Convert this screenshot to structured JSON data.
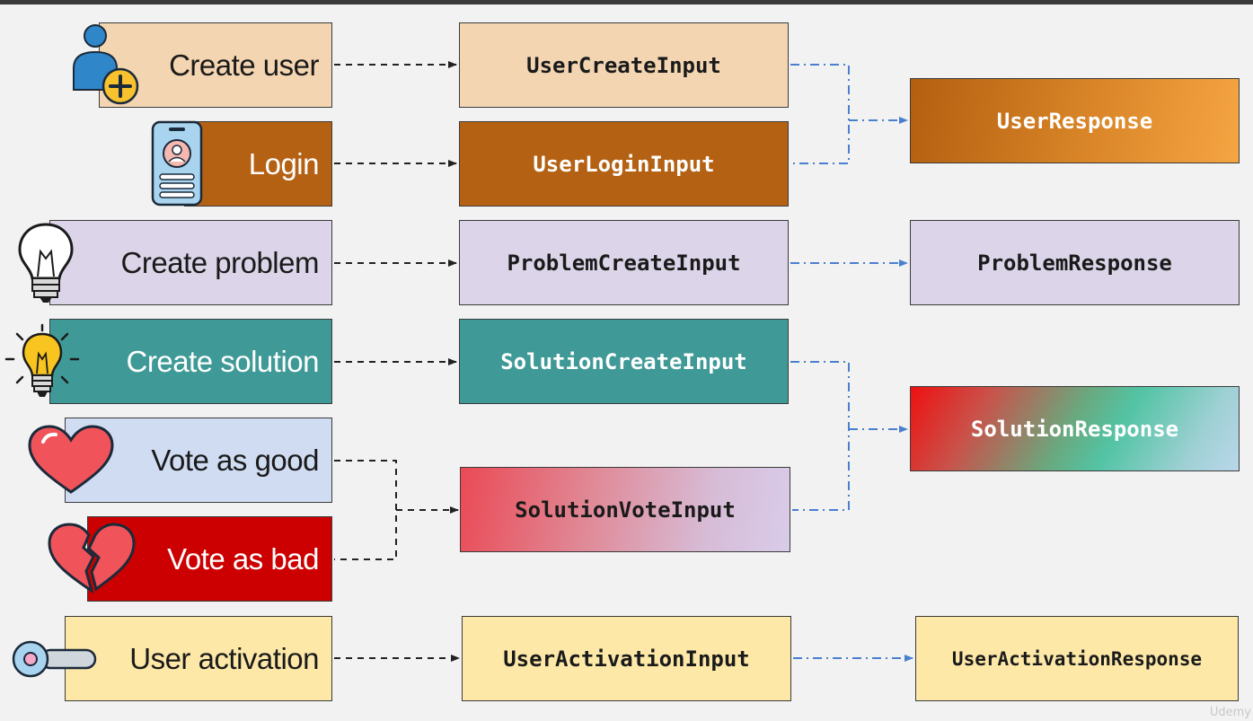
{
  "actions": {
    "create_user": "Create user",
    "login": "Login",
    "create_problem": "Create problem",
    "create_solution": "Create solution",
    "vote_good": "Vote as good",
    "vote_bad": "Vote as bad",
    "user_activation": "User activation"
  },
  "inputs": {
    "user_create": "UserCreateInput",
    "user_login": "UserLoginInput",
    "problem_create": "ProblemCreateInput",
    "solution_create": "SolutionCreateInput",
    "solution_vote": "SolutionVoteInput",
    "user_activation": "UserActivationInput"
  },
  "responses": {
    "user": "UserResponse",
    "problem": "ProblemResponse",
    "solution": "SolutionResponse",
    "user_activation": "UserActivationResponse"
  },
  "icons": [
    "add-user-icon",
    "id-card-icon",
    "light-bulb-off-icon",
    "light-bulb-on-icon",
    "heart-icon",
    "broken-heart-icon",
    "key-icon"
  ],
  "colors": {
    "peach": "#f3d5b1",
    "brown": "#b46113",
    "lavender": "#dcd4e8",
    "teal": "#3f9a97",
    "light_blue": "#cfdcf2",
    "red": "#cc0000",
    "yellow": "#fde8a8",
    "dashed_arrow": "#222222",
    "dashdot_arrow": "#4a7fd0"
  },
  "watermark": "Udemy"
}
